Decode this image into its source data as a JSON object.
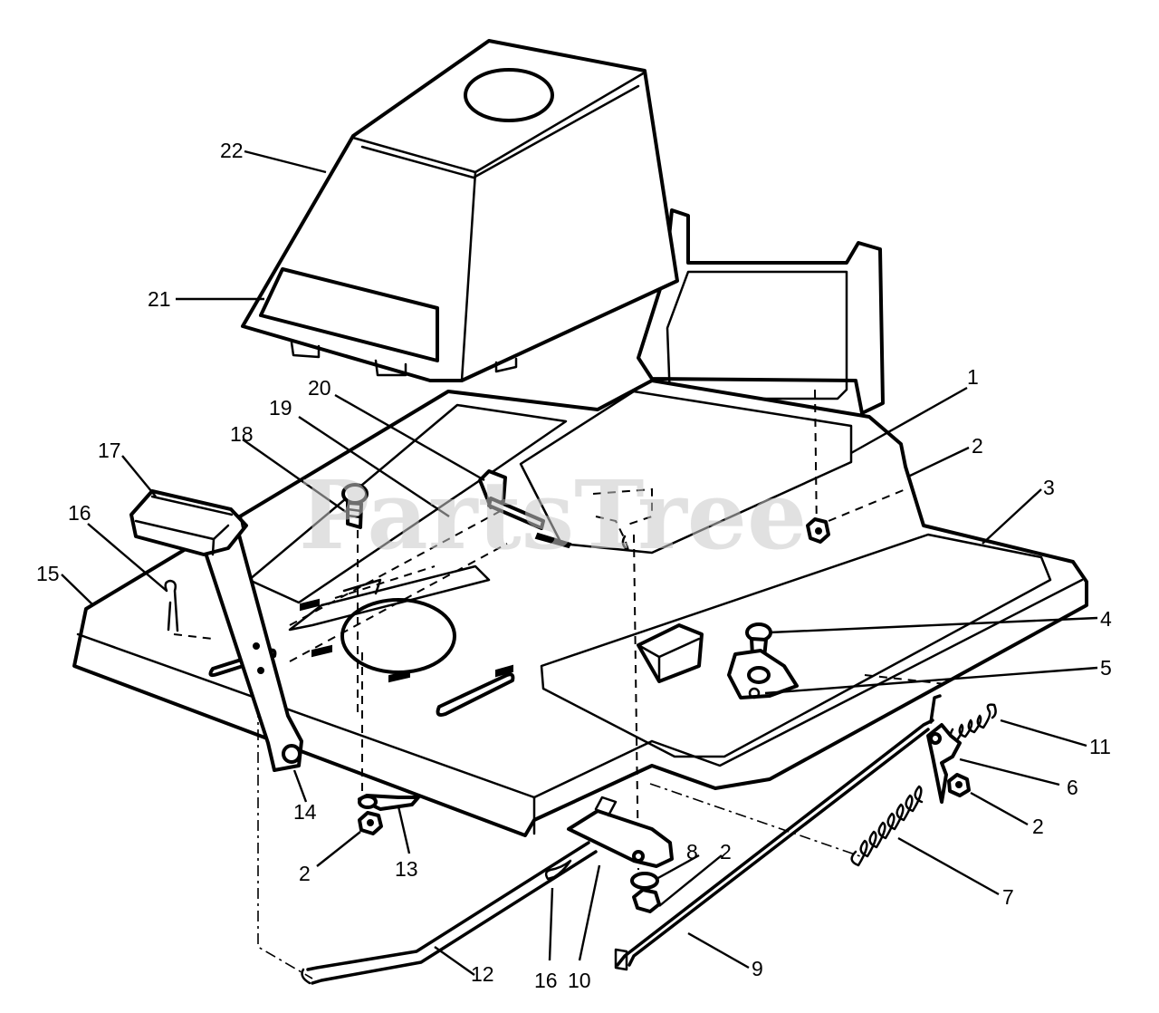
{
  "watermark": "PartsTree",
  "callouts": [
    {
      "id": "c1",
      "text": "1"
    },
    {
      "id": "c2a",
      "text": "2"
    },
    {
      "id": "c3",
      "text": "3"
    },
    {
      "id": "c4",
      "text": "4"
    },
    {
      "id": "c5",
      "text": "5"
    },
    {
      "id": "c11",
      "text": "11"
    },
    {
      "id": "c6",
      "text": "6"
    },
    {
      "id": "c2b",
      "text": "2"
    },
    {
      "id": "c7",
      "text": "7"
    },
    {
      "id": "c8",
      "text": "8"
    },
    {
      "id": "c2c",
      "text": "2"
    },
    {
      "id": "c9",
      "text": "9"
    },
    {
      "id": "c10",
      "text": "10"
    },
    {
      "id": "c16b",
      "text": "16"
    },
    {
      "id": "c12",
      "text": "12"
    },
    {
      "id": "c2d",
      "text": "2"
    },
    {
      "id": "c13",
      "text": "13"
    },
    {
      "id": "c14",
      "text": "14"
    },
    {
      "id": "c15",
      "text": "15"
    },
    {
      "id": "c16a",
      "text": "16"
    },
    {
      "id": "c17",
      "text": "17"
    },
    {
      "id": "c18",
      "text": "18"
    },
    {
      "id": "c19",
      "text": "19"
    },
    {
      "id": "c20",
      "text": "20"
    },
    {
      "id": "c21",
      "text": "21"
    },
    {
      "id": "c22",
      "text": "22"
    }
  ]
}
